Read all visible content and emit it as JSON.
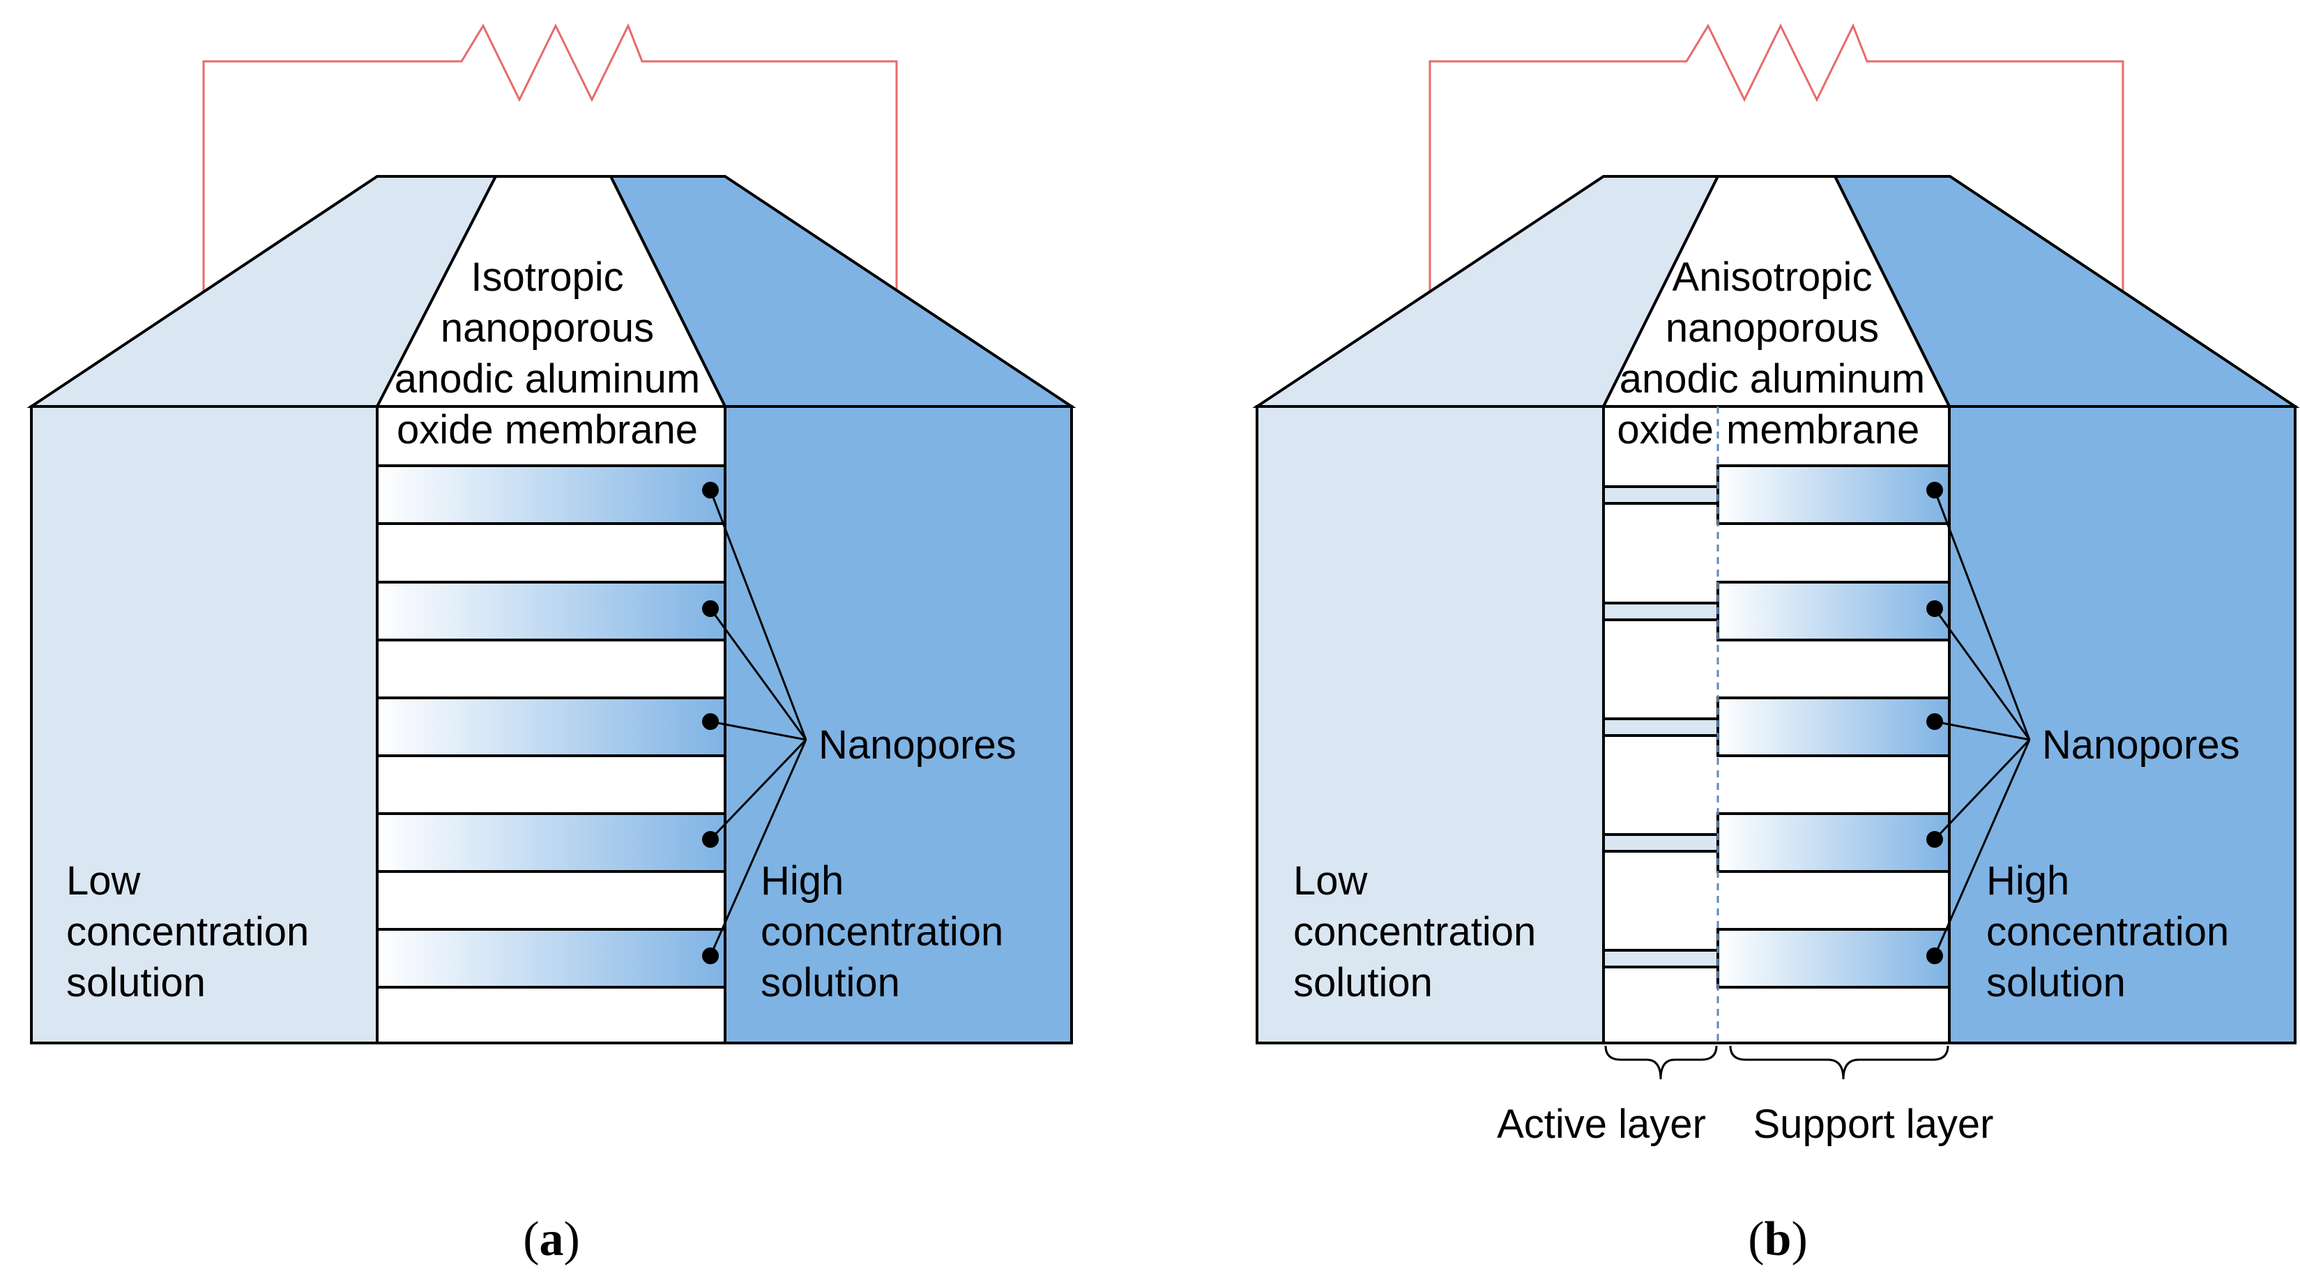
{
  "panels": [
    {
      "id": "a",
      "membrane_label": [
        "Isotropic",
        "nanoporous",
        "anodic aluminum",
        "oxide membrane"
      ],
      "low_label": [
        "Low",
        "concentration",
        "solution"
      ],
      "high_label": [
        "High",
        "concentration",
        "solution"
      ],
      "nanopores_label": "Nanopores",
      "caption_open": "(",
      "caption_letter": "a",
      "caption_close": ")"
    },
    {
      "id": "b",
      "membrane_label": [
        "Anisotropic",
        "nanoporous",
        "anodic aluminum",
        "oxide",
        "membrane"
      ],
      "low_label": [
        "Low",
        "concentration",
        "solution"
      ],
      "high_label": [
        "High",
        "concentration",
        "solution"
      ],
      "nanopores_label": "Nanopores",
      "active_layer_label": "Active layer",
      "support_layer_label": "Support layer",
      "caption_open": "(",
      "caption_letter": "b",
      "caption_close": ")"
    }
  ],
  "colors": {
    "low_solution": "#dae6f1",
    "high_solution": "#7fb3e4",
    "pore_gradient_start": "#ffffff",
    "pore_gradient_end": "#7fb3e4",
    "circuit_wire": "#e86a6a",
    "outline": "#000000",
    "divider_dashed": "#5b8bbd"
  }
}
